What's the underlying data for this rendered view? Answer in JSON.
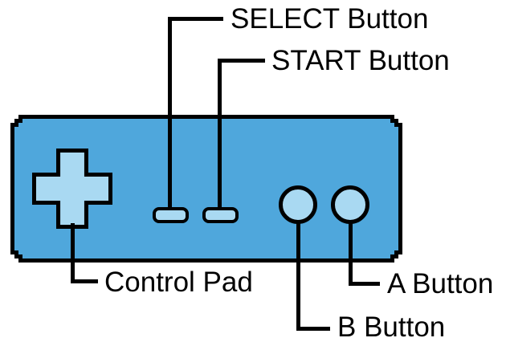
{
  "diagram": {
    "type": "game-controller-parts-diagram",
    "labels": {
      "select": "SELECT Button",
      "start": "START Button",
      "control_pad": "Control Pad",
      "a": "A Button",
      "b": "B Button"
    },
    "colors": {
      "background": "#ffffff",
      "controller_body": "#4FA7DC",
      "control_fill": "#A9D9F2",
      "outline": "#000000",
      "text": "#000000"
    }
  }
}
